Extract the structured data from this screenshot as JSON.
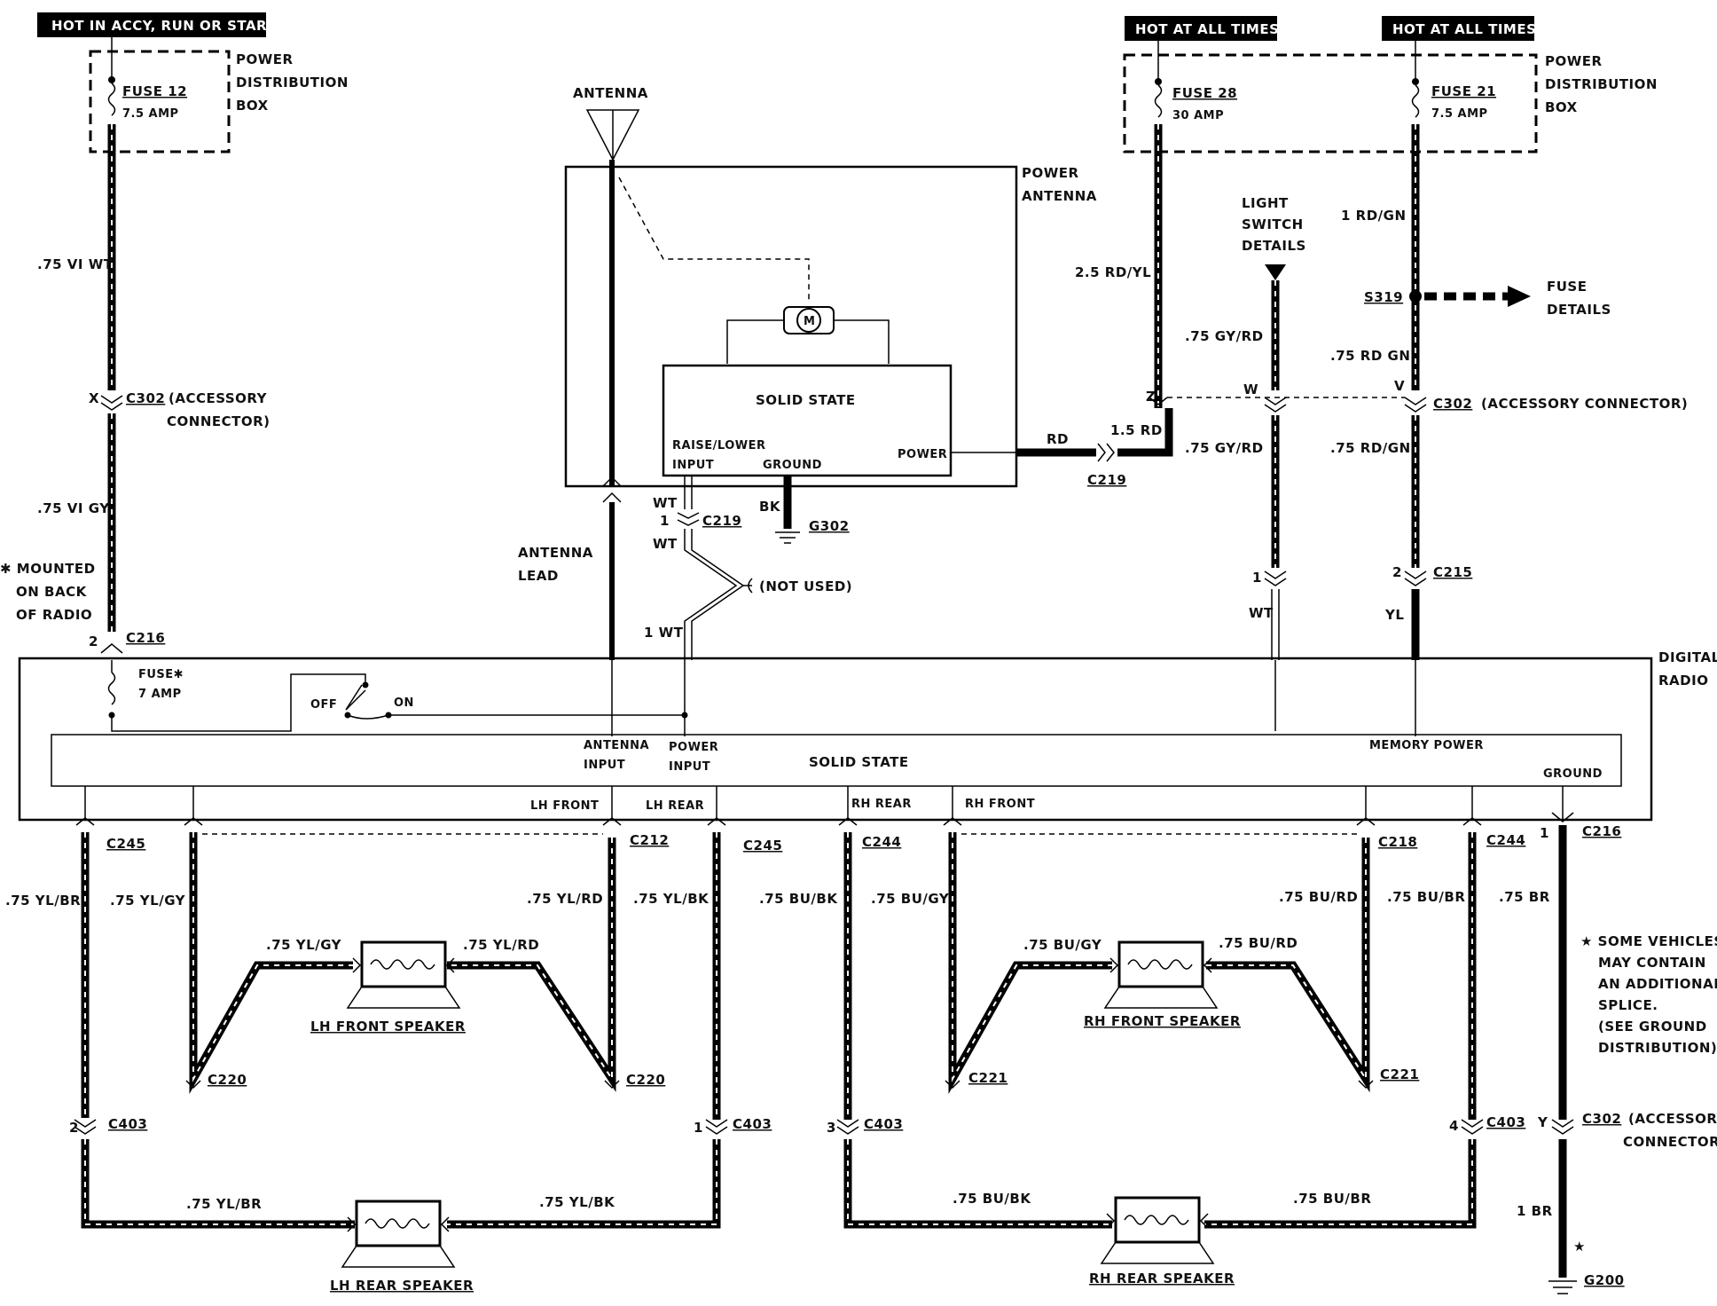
{
  "headers": {
    "accy": "HOT IN ACCY, RUN OR START",
    "all_times_1": "HOT AT ALL TIMES",
    "all_times_2": "HOT AT ALL TIMES"
  },
  "pdb": {
    "left_1": "POWER",
    "left_2": "DISTRIBUTION",
    "left_3": "BOX",
    "right_1": "POWER",
    "right_2": "DISTRIBUTION",
    "right_3": "BOX"
  },
  "fuses": {
    "f12": "FUSE 12",
    "f12_amp": "7.5 AMP",
    "f28": "FUSE 28",
    "f28_amp": "30 AMP",
    "f21": "FUSE 21",
    "f21_amp": "7.5 AMP",
    "radio": "FUSE✱",
    "radio_amp": "7 AMP"
  },
  "wires": {
    "vi_wt": ".75 VI WT",
    "vi_gy": ".75 VI GY",
    "rd_yl": "2.5 RD/YL",
    "rd_15": "1.5 RD",
    "rd": "RD",
    "bk": "BK",
    "wt_a": "WT",
    "wt_b": "WT",
    "wt_1": "1 WT",
    "gy_rd_a": ".75 GY/RD",
    "gy_rd_b": ".75 GY/RD",
    "wt_c": "WT",
    "rd_gn_1": "1 RD/GN",
    "rd_gn_a": ".75 RD GN",
    "rd_gn_b": ".75 RD/GN",
    "yl": "YL",
    "yl_br_a": ".75 YL/BR",
    "yl_gy_a": ".75 YL/GY",
    "yl_gy_b": ".75 YL/GY",
    "yl_rd_a": ".75 YL/RD",
    "yl_rd_b": ".75 YL/RD",
    "yl_bk_a": ".75 YL/BK",
    "yl_br_b": ".75 YL/BR",
    "yl_bk_b": ".75 YL/BK",
    "bu_bk_a": ".75 BU/BK",
    "bu_gy_a": ".75 BU/GY",
    "bu_gy_b": ".75 BU/GY",
    "bu_rd_a": ".75 BU/RD",
    "bu_rd_b": ".75 BU/RD",
    "bu_br_a": ".75 BU/BR",
    "bu_bk_b": ".75 BU/BK",
    "bu_br_b": ".75 BU/BR",
    "br_75": ".75 BR",
    "br_1": "1 BR"
  },
  "connectors": {
    "c302_left": "C302",
    "c302_left_desc_1": "(ACCESSORY",
    "c302_left_desc_2": "CONNECTOR)",
    "c302_right": "C302",
    "c302_right_desc": "(ACCESSORY CONNECTOR)",
    "c302_bottom": "C302",
    "c302_bottom_desc_1": "(ACCESSORY",
    "c302_bottom_desc_2": "CONNECTOR)",
    "c216_top": "C216",
    "c216_bottom": "C216",
    "c219_a": "C219",
    "c219_b": "C219",
    "c215": "C215",
    "c245_a": "C245",
    "c245_b": "C245",
    "c212": "C212",
    "c244_a": "C244",
    "c244_b": "C244",
    "c218": "C218",
    "c220_a": "C220",
    "c220_b": "C220",
    "c221_a": "C221",
    "c221_b": "C221",
    "c403_a": "C403",
    "c403_b": "C403",
    "c403_c": "C403",
    "c403_d": "C403",
    "g302": "G302",
    "g200": "G200",
    "s319": "S319"
  },
  "pins": {
    "x": "X",
    "z": "Z",
    "w": "W",
    "v": "V",
    "y": "Y",
    "p2_c216": "2",
    "p1_c219": "1",
    "p1_c215": "1",
    "p2_c215": "2",
    "p1_c216": "1",
    "p2_c403": "2",
    "p1_c403": "1",
    "p3_c403": "3",
    "p4_c403": "4"
  },
  "labels": {
    "antenna": "ANTENNA",
    "power_antenna_1": "POWER",
    "power_antenna_2": "ANTENNA",
    "motor": "M",
    "solid_state_ant": "SOLID STATE",
    "raise_lower": "RAISE/LOWER",
    "input": "INPUT",
    "ground": "GROUND",
    "power": "POWER",
    "antenna_lead_1": "ANTENNA",
    "antenna_lead_2": "LEAD",
    "not_used": "(NOT USED)",
    "mounted_1": "✱ MOUNTED",
    "mounted_2": "ON BACK",
    "mounted_3": "OF RADIO",
    "light_1": "LIGHT",
    "light_2": "SWITCH",
    "light_3": "DETAILS",
    "fuse_details_1": "FUSE",
    "fuse_details_2": "DETAILS",
    "digital_1": "DIGITAL",
    "digital_2": "RADIO",
    "off": "OFF",
    "on": "ON",
    "antenna_input_1": "ANTENNA",
    "antenna_input_2": "INPUT",
    "power_input_1": "POWER",
    "power_input_2": "INPUT",
    "solid_state_radio": "SOLID STATE",
    "memory_power": "MEMORY POWER",
    "radio_ground": "GROUND",
    "lh_front": "LH FRONT",
    "lh_rear": "LH REAR",
    "rh_rear": "RH REAR",
    "rh_front": "RH FRONT",
    "lh_front_spk": "LH FRONT SPEAKER",
    "rh_front_spk": "RH FRONT SPEAKER",
    "lh_rear_spk": "LH REAR SPEAKER",
    "rh_rear_spk": "RH REAR SPEAKER",
    "note_1": "★ SOME VEHICLES",
    "note_2": "MAY CONTAIN",
    "note_3": "AN ADDITIONAL",
    "note_4": "SPLICE.",
    "note_5": "(SEE GROUND",
    "note_6": "DISTRIBUTION).",
    "star": "★"
  }
}
